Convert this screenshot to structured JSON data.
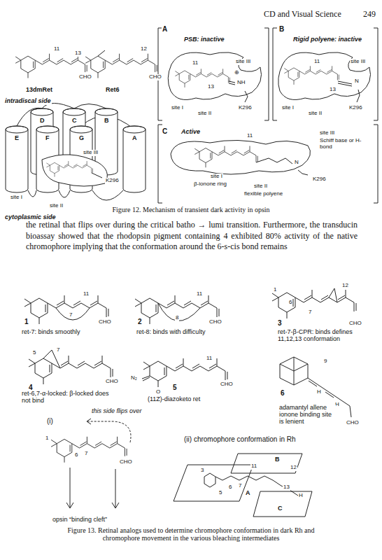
{
  "diagram": {
    "labels": [
      "CD and Visual Science",
      "249",
      "11",
      "13",
      "CHO",
      "12",
      "CHO",
      "13dmRet",
      "Ret6",
      "intradiscal side",
      "D",
      "C",
      "B",
      "E",
      "F",
      "G",
      "A",
      "site III",
      "K296",
      "site I",
      "site II",
      "cytoplasmic side",
      "A",
      "PSB: inactive",
      "site III",
      "11",
      "⊕",
      "13",
      "NH",
      "site I",
      "site II",
      "K296",
      "B",
      "Rigid polyene: inactive",
      "site III",
      "11",
      "13",
      "N",
      "site I",
      "site II",
      "K296",
      "C",
      "Active",
      "11",
      "site III",
      "Schiff base or H-bond",
      "N",
      "K296",
      "site I",
      "β-ionone ring",
      "site II",
      "flexible polyene",
      "Figure 12. Mechanism of transient dark activity in opsin",
      "the retinal that flips over during the critical batho → lumi transition. Furthermore, the transducin bioassay showed that the rhodopsin pigment containing 4 exhibited 80% activity of the native chromophore implying that the conformation around the 6-s-cis bond remains",
      "11",
      "7",
      "CHO",
      "1",
      "ret-7: binds smoothly",
      "8",
      "11",
      "CHO",
      "2",
      "ret-8: binds with difficulty",
      "1",
      "6",
      "7",
      "12",
      "3",
      "CHO",
      "ret-7-β-CPR: binds defines 11,12,13 conformation",
      "5",
      "7",
      "4",
      "CHO",
      "ret-6,7-α-locked: β-locked does not bind",
      "11",
      "N₂",
      "O",
      "5",
      "CHO",
      "(11Z)-diazoketo ret",
      "9",
      "6",
      "H",
      "H",
      "adamantyl allene ionone binding site is lenient",
      "CHO",
      "(i)",
      "this side flips over",
      "1",
      "6",
      "7",
      "CHO",
      "opsin “binding cleft”",
      "(ii) chromophore conformation in Rh",
      "B",
      "11",
      "12",
      "3",
      "5",
      "6",
      "7",
      "A",
      "13",
      "H",
      "C",
      "Figure 13. Retinal analogs used to determine chromophore conformation in dark Rh and chromophore movement in the various bleaching intermediates"
    ]
  }
}
